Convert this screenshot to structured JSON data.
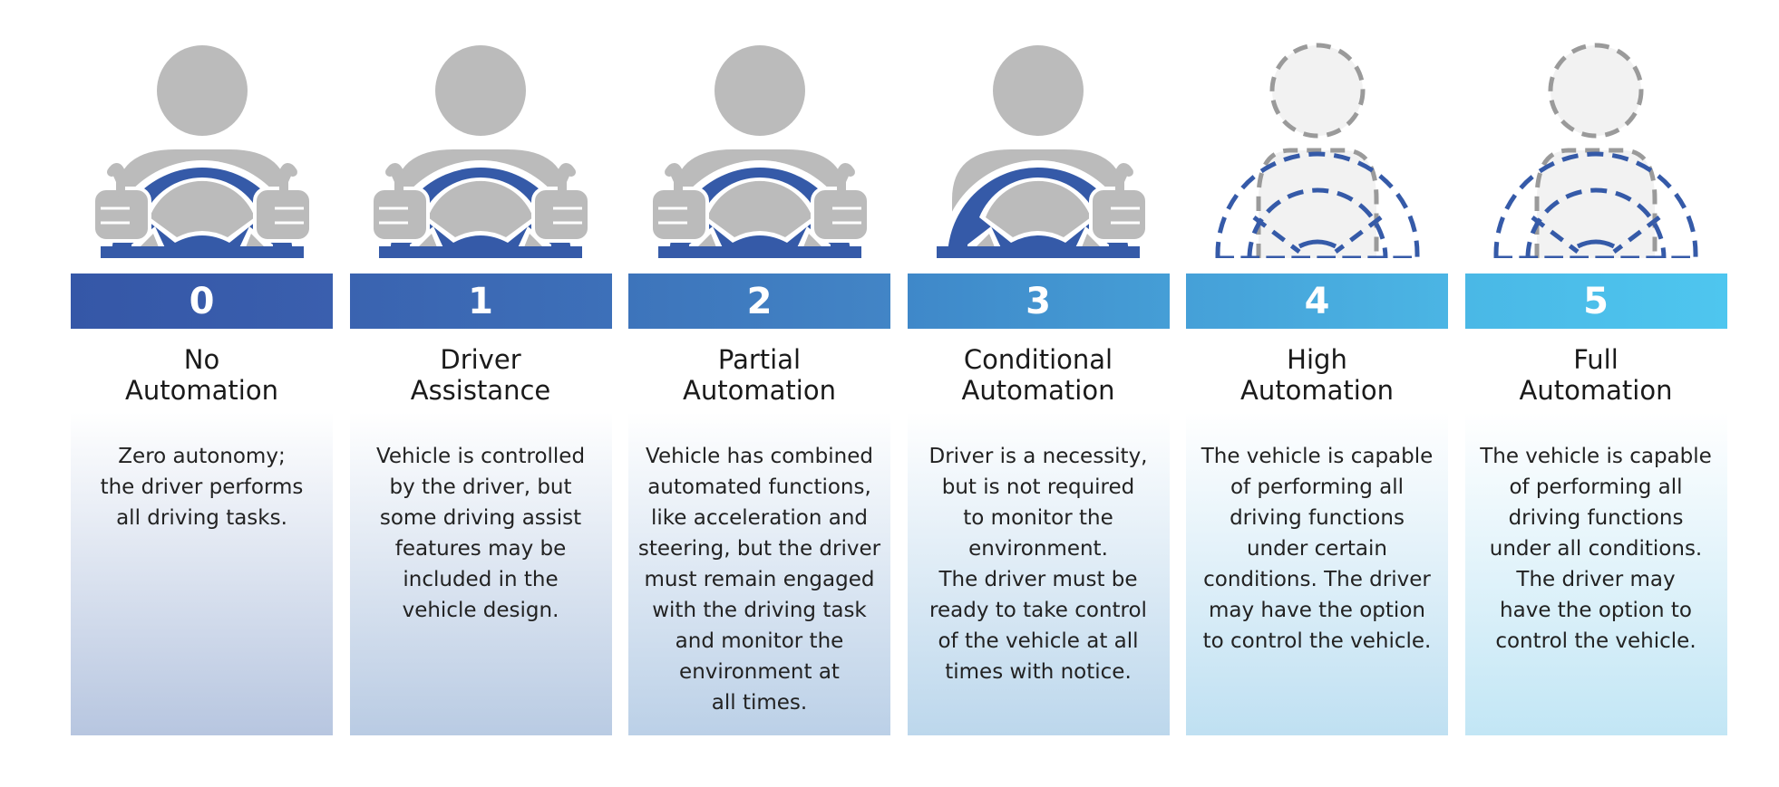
{
  "levels": [
    {
      "number": "0",
      "title_line1": "No",
      "title_line2": "Automation",
      "description": [
        "Zero autonomy;",
        "the driver performs",
        "all driving tasks."
      ],
      "bar_color_start": "#3557a7",
      "bar_color_end": "#3a5fae",
      "panel_color_end": "#b7c6e0",
      "icon": "driver-both-hands-icon"
    },
    {
      "number": "1",
      "title_line1": "Driver",
      "title_line2": "Assistance",
      "description": [
        "Vehicle is controlled",
        "by the driver, but",
        "some driving assist",
        "features may be",
        "included in the",
        "vehicle design."
      ],
      "bar_color_start": "#3a63b0",
      "bar_color_end": "#3d70b9",
      "panel_color_end": "#b9cbe3",
      "icon": "driver-both-hands-icon"
    },
    {
      "number": "2",
      "title_line1": "Partial",
      "title_line2": "Automation",
      "description": [
        "Vehicle has combined",
        "automated functions,",
        "like acceleration and",
        "steering, but the driver",
        "must remain engaged",
        "with the driving task",
        "and monitor the",
        "environment at",
        "all times."
      ],
      "bar_color_start": "#3d74bb",
      "bar_color_end": "#4285c6",
      "panel_color_end": "#bbd0e7",
      "icon": "driver-both-hands-icon"
    },
    {
      "number": "3",
      "title_line1": "Conditional",
      "title_line2": "Automation",
      "description": [
        "Driver is a necessity,",
        "but is not required",
        "to monitor the",
        "environment.",
        "The driver must be",
        "ready to take control",
        "of the vehicle at all",
        "times with notice."
      ],
      "bar_color_start": "#3f88c9",
      "bar_color_end": "#459ed6",
      "panel_color_end": "#bcd7ec",
      "icon": "driver-one-hand-icon"
    },
    {
      "number": "4",
      "title_line1": "High",
      "title_line2": "Automation",
      "description": [
        "The vehicle is capable",
        "of performing all",
        "driving functions",
        "under certain",
        "conditions. The driver",
        "may have the option",
        "to control the vehicle."
      ],
      "bar_color_start": "#45a0d8",
      "bar_color_end": "#4bb5e4",
      "panel_color_end": "#bfe0f2",
      "icon": "driver-dashed-outline-icon"
    },
    {
      "number": "5",
      "title_line1": "Full",
      "title_line2": "Automation",
      "description": [
        "The vehicle is capable",
        "of performing all",
        "driving functions",
        "under all conditions.",
        "The driver may",
        "have the option to",
        "control the vehicle."
      ],
      "bar_color_start": "#4ab8e6",
      "bar_color_end": "#4ec6ef",
      "panel_color_end": "#c2e6f5",
      "icon": "driver-dashed-outline-icon"
    }
  ],
  "colors": {
    "wheel_blue": "#355aa8",
    "body_gray": "#bbbbbb",
    "dashed_gray": "#9a9a9a",
    "dashed_fill": "#f2f2f2"
  }
}
